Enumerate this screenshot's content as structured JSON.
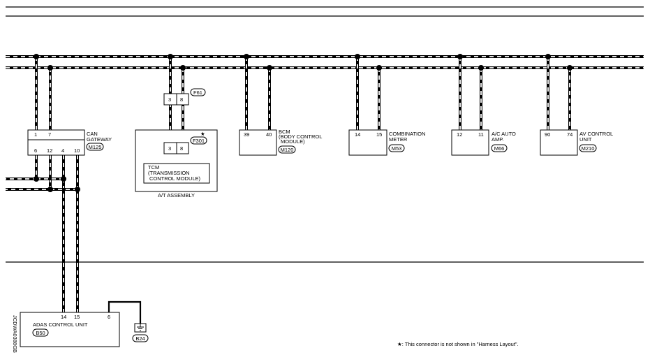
{
  "diagram": {
    "code": "JCDWA0388GB",
    "note": "★: This connector is not shown in \"Harness Layout\".",
    "can_gateway": {
      "name_line1": "CAN",
      "name_line2": "GATEWAY",
      "connector": "M125",
      "pins_top": [
        "1",
        "7"
      ],
      "pins_bottom": [
        "6",
        "12",
        "4",
        "10"
      ]
    },
    "at_assembly": {
      "label": "A/T ASSEMBLY",
      "f61": "F61",
      "f61_pins": [
        "3",
        "8"
      ],
      "f301": "F301",
      "f301_pins": [
        "3",
        "8"
      ],
      "star": "★",
      "tcm_line1": "TCM",
      "tcm_line2": "(TRANSMISSION",
      "tcm_line3": "CONTROL MODULE)"
    },
    "bcm": {
      "name_line1": "BCM",
      "name_line2": "(BODY CONTROL",
      "name_line3": "MODULE)",
      "connector": "M120",
      "pins": [
        "39",
        "40"
      ]
    },
    "combination_meter": {
      "name_line1": "COMBINATION",
      "name_line2": "METER",
      "connector": "M53",
      "pins": [
        "14",
        "15"
      ]
    },
    "ac_auto_amp": {
      "name_line1": "A/C AUTO",
      "name_line2": "AMP.",
      "connector": "M66",
      "pins": [
        "12",
        "11"
      ]
    },
    "av_control_unit": {
      "name_line1": "AV CONTROL",
      "name_line2": "UNIT",
      "connector": "M210",
      "pins": [
        "90",
        "74"
      ]
    },
    "adas_control_unit": {
      "name": "ADAS CONTROL UNIT",
      "connector": "B50",
      "pins": [
        "14",
        "15",
        "6"
      ]
    },
    "ground": {
      "connector": "B24"
    }
  }
}
